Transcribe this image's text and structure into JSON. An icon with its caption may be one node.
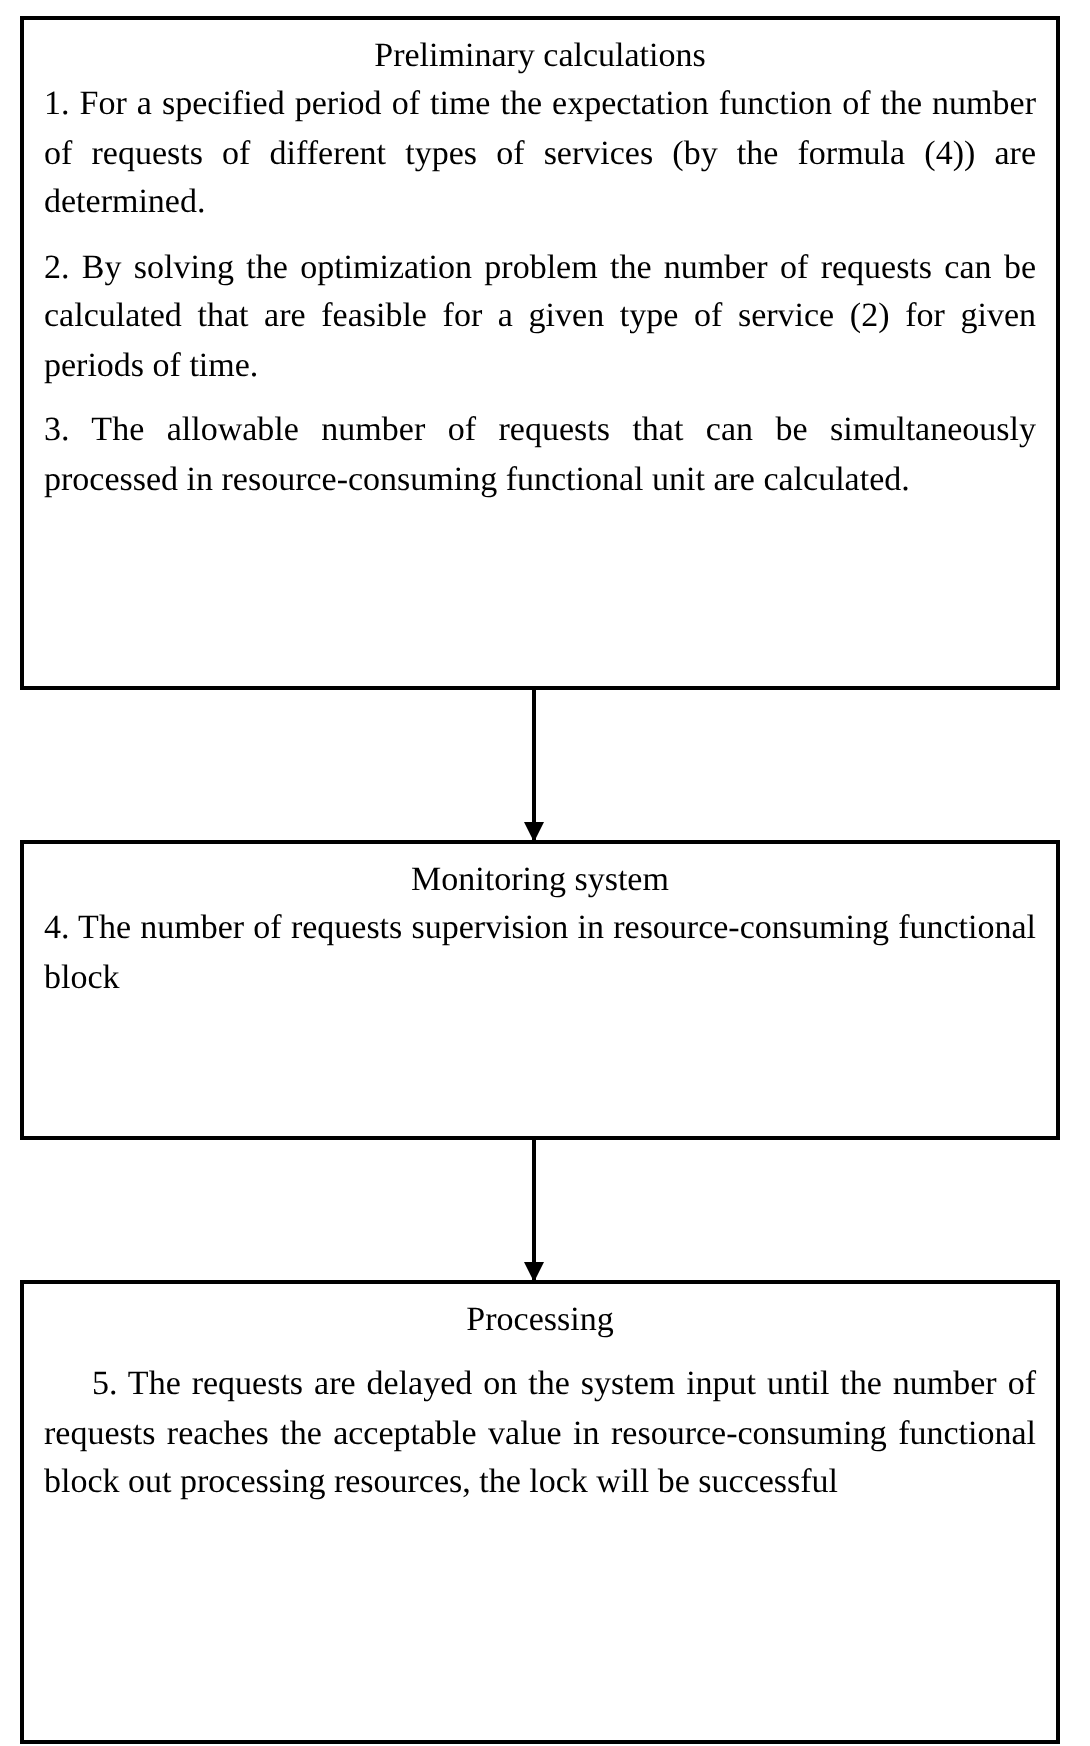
{
  "diagram": {
    "nodes": [
      {
        "text": [
          "Preliminary calculations",
          "1. For a specified period of time the expectation function of the number of requests of different types of services (by the formula (4)) are determined.",
          "2. By solving the optimization problem the number of requests can be calculated that are feasible for a given type of service (2) for given periods of time.",
          "3. The allowable number of requests that can be simultaneously processed in resource-consuming functional unit are calculated."
        ]
      },
      {
        "text": [
          "Monitoring system",
          "4. The number of requests supervision in resource-consuming functional block"
        ]
      },
      {
        "text": [
          "Processing",
          "5. The requests are delayed on the system input until the number of requests reaches the acceptable value in resource-consuming functional block out processing resources, the lock will be successful"
        ]
      }
    ],
    "edges": [
      {
        "from": 0,
        "to": 1,
        "arrow": "to"
      },
      {
        "from": 1,
        "to": 2,
        "arrow": "to"
      }
    ]
  }
}
